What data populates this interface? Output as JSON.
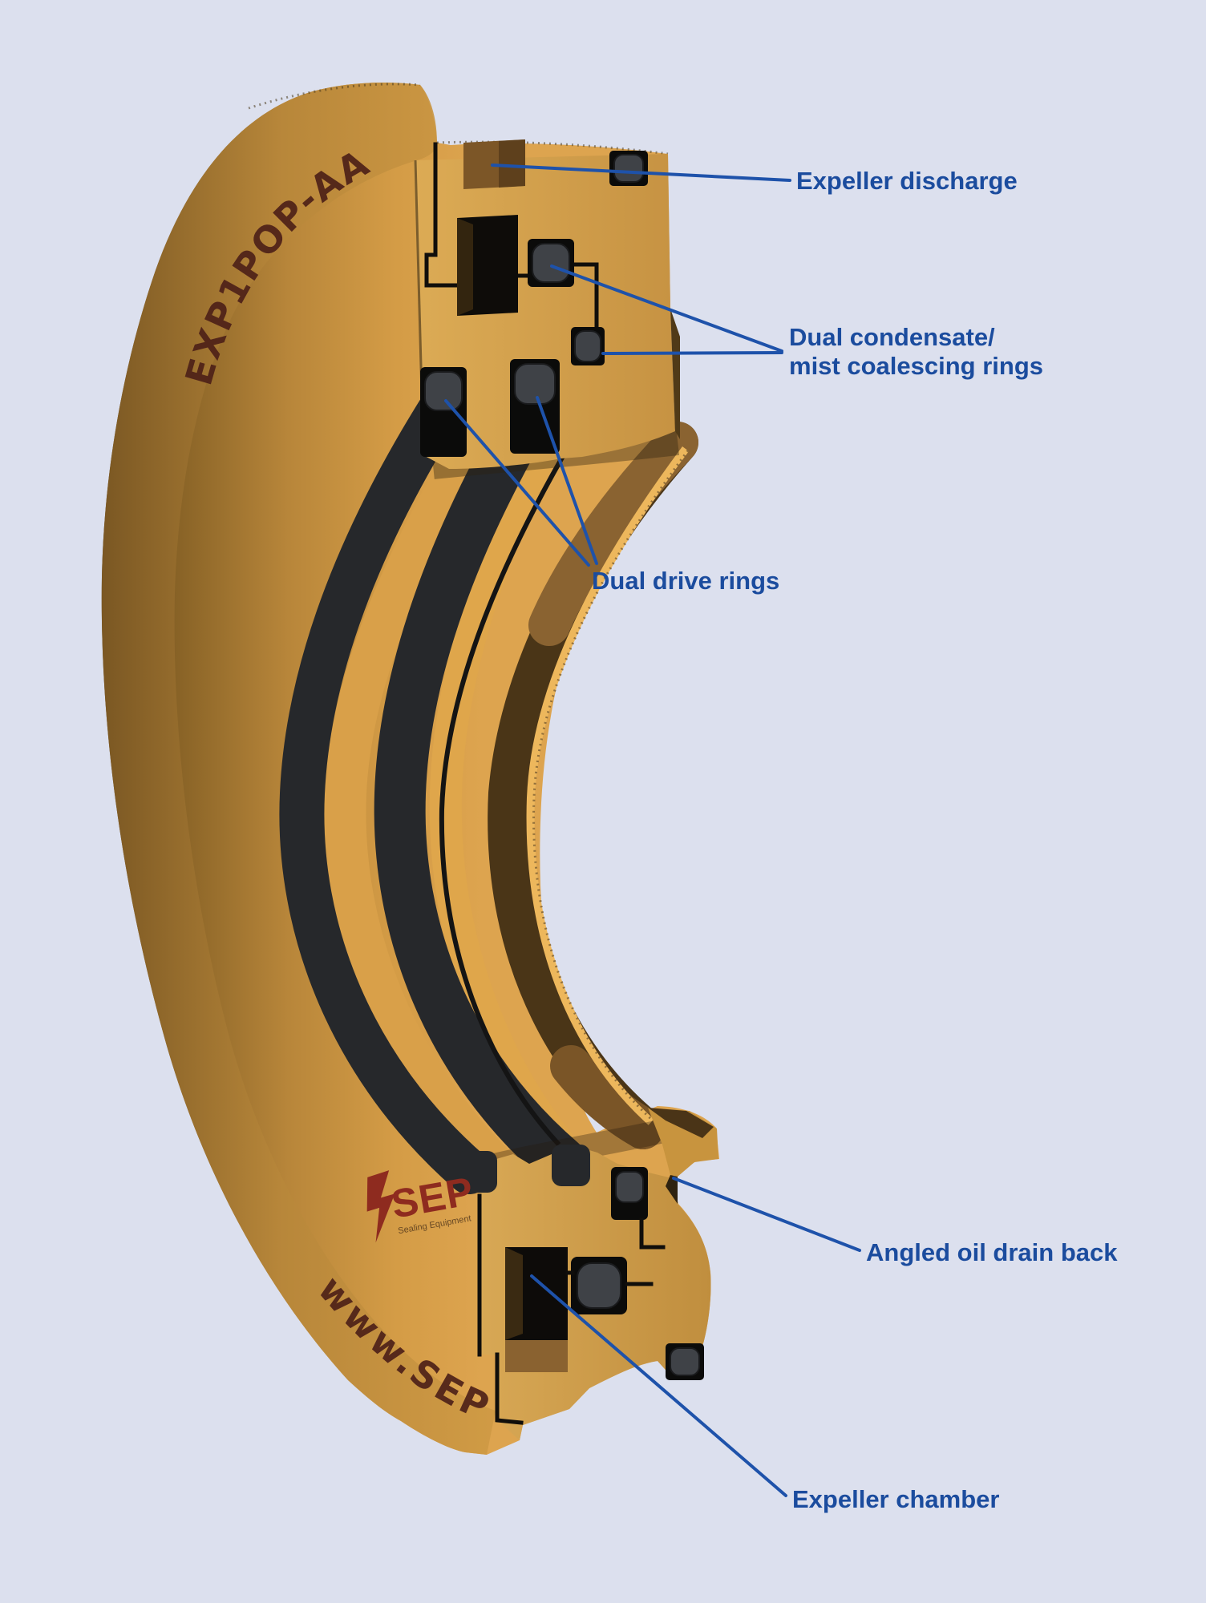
{
  "diagram": {
    "background_color": "#dce0ee",
    "part": {
      "engraving_top": "EXP1POP-AA",
      "engraving_bottom": "www.SEP",
      "logo_text": "SEP",
      "logo_tagline": "Sealing Equipment",
      "body_color": "#cf9a44",
      "seal_ring_color": "#26282b",
      "engraving_color": "#4e2118",
      "logo_color": "#8e2b1f"
    },
    "annotations": {
      "text_color": "#1b4c9e",
      "line_color": "#1e52aa",
      "labels": {
        "expeller_discharge": "Expeller discharge",
        "dual_condensate_line1": "Dual condensate/",
        "dual_condensate_line2": "mist coalescing rings",
        "dual_drive_rings": "Dual drive rings",
        "angled_oil_drain_back": "Angled oil drain back",
        "expeller_chamber": "Expeller chamber"
      }
    }
  }
}
